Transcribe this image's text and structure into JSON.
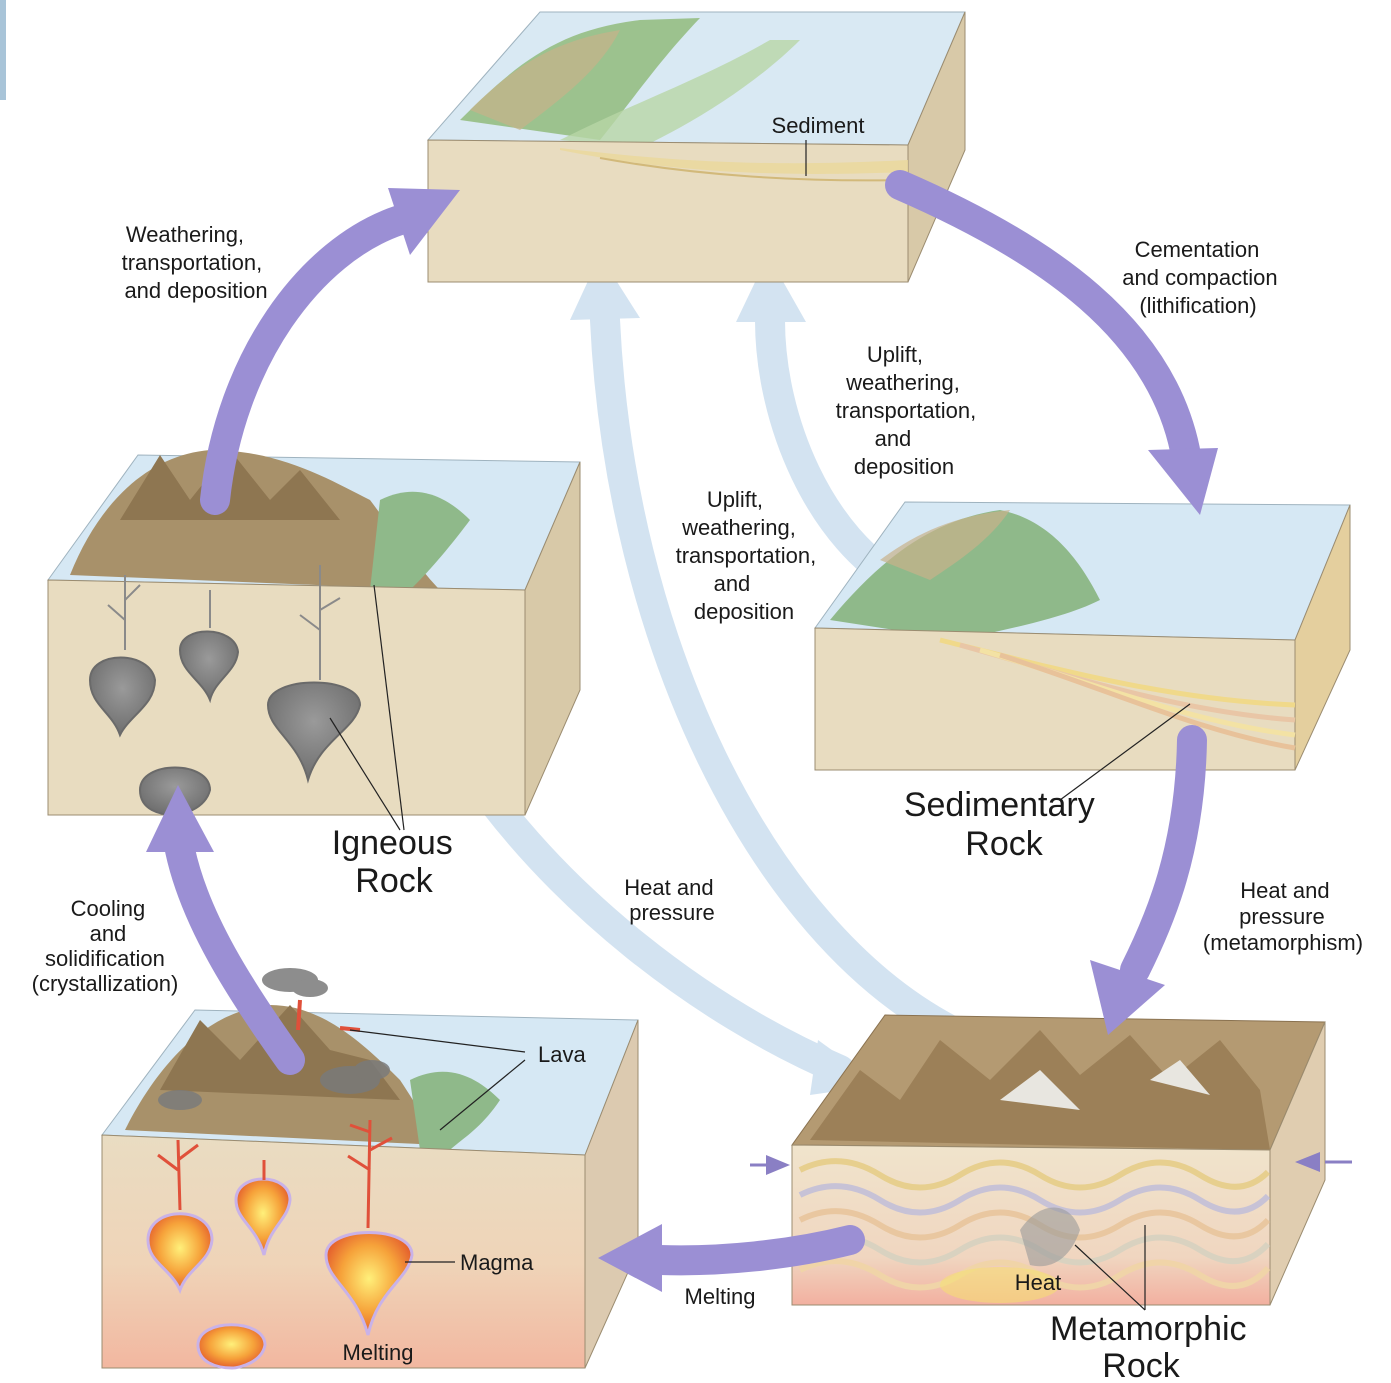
{
  "rock_labels": {
    "igneous": [
      "Igneous",
      "Rock"
    ],
    "sedimentary": [
      "Sedimentary",
      "Rock"
    ],
    "metamorphic": [
      "Metamorphic",
      "Rock"
    ]
  },
  "feature_labels": {
    "sediment": "Sediment",
    "lava": "Lava",
    "magma": "Magma",
    "melting_bottom": "Melting",
    "heat": "Heat"
  },
  "process_labels": {
    "weathering": [
      "Weathering,",
      "transportation,",
      "and deposition"
    ],
    "cementation": [
      "Cementation",
      "and compaction",
      "(lithification)"
    ],
    "uplift_right": [
      "Uplift,",
      "weathering,",
      "transportation,",
      "and",
      "deposition"
    ],
    "uplift_center": [
      "Uplift,",
      "weathering,",
      "transportation,",
      "and",
      "deposition"
    ],
    "heat_pressure_center": [
      "Heat and",
      "pressure"
    ],
    "heat_pressure_right": [
      "Heat and",
      "pressure",
      "(metamorphism)"
    ],
    "cooling": [
      "Cooling",
      "and",
      "solidification",
      "(crystallization)"
    ],
    "melting": "Melting"
  },
  "colors": {
    "primary_arrow": "#9b8fd4",
    "secondary_arrow": "#d3e3f1",
    "crust": "#e8dcc0",
    "water": "#d6e8f4",
    "vegetation": "#8fb98a",
    "mountain": "#a8916a",
    "magma": "#f27a2a",
    "pluton": "#8c8c8c"
  }
}
